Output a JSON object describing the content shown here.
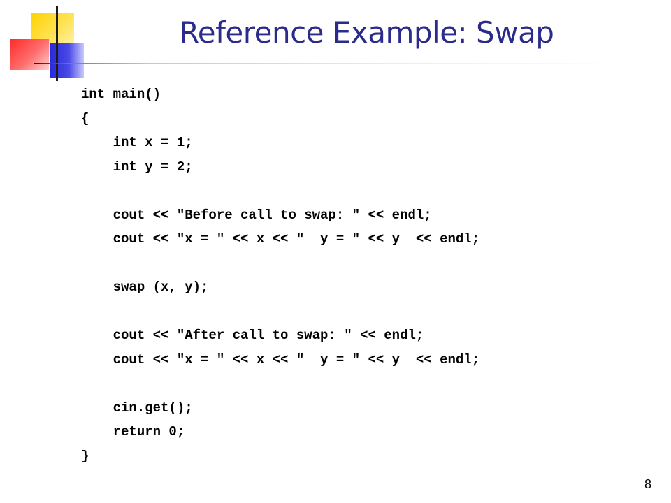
{
  "slide": {
    "title": "Reference Example: Swap",
    "number": "8",
    "code_lines": [
      "int main()",
      "{",
      "    int x = 1;",
      "    int y = 2;",
      "",
      "    cout << \"Before call to swap: \" << endl;",
      "    cout << \"x = \" << x << \"  y = \" << y  << endl;",
      "",
      "    swap (x, y);",
      "",
      "    cout << \"After call to swap: \" << endl;",
      "    cout << \"x = \" << x << \"  y = \" << y  << endl;",
      "",
      "    cin.get();",
      "    return 0;",
      "}"
    ]
  },
  "logo": {
    "icon": "colored-squares-logo-icon",
    "colors": {
      "yellow": "#ffd200",
      "red": "#ff2a2a",
      "blue": "#2a2ad8"
    }
  },
  "colors": {
    "title": "#2b2b8c",
    "text": "#000000",
    "background": "#ffffff"
  }
}
